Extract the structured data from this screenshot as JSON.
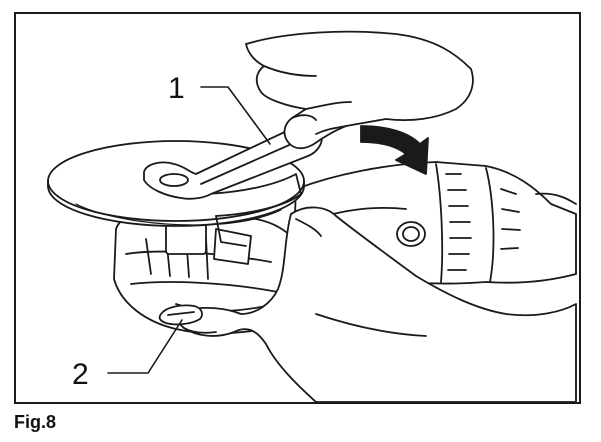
{
  "figure": {
    "caption": "Fig.8",
    "callouts": [
      {
        "number": "1",
        "target": "lock-nut-wrench"
      },
      {
        "number": "2",
        "target": "shaft-lock"
      }
    ],
    "arrow": "rotation-direction-arrow",
    "line_color": "#1a1a1a"
  }
}
